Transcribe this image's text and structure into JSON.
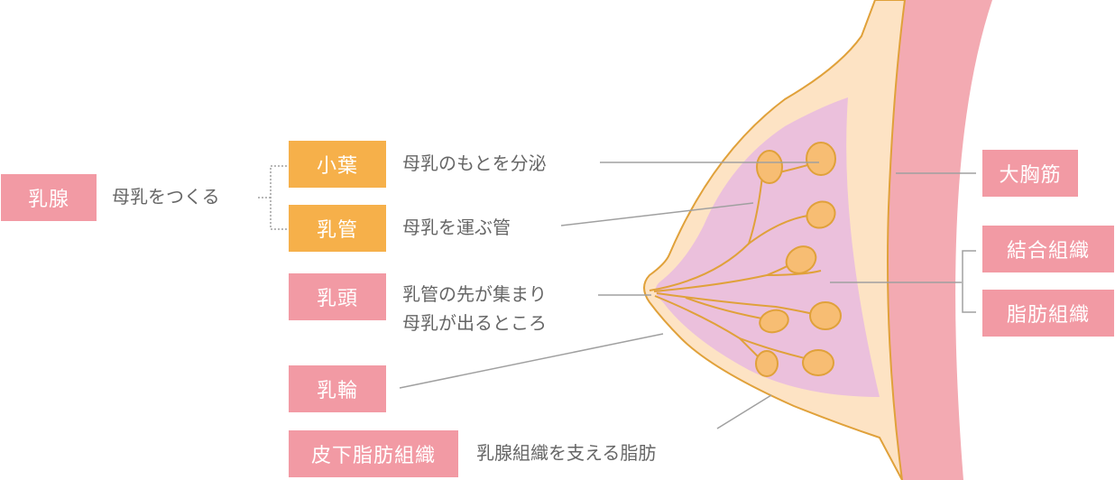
{
  "labels": {
    "nyusen": "乳腺",
    "shoyo": "小葉",
    "nyukan": "乳管",
    "nyuto": "乳頭",
    "nyurin": "乳輪",
    "hika": "皮下脂肪組織",
    "daikyokin": "大胸筋",
    "ketsugo": "結合組織",
    "shibo": "脂肪組織"
  },
  "descriptions": {
    "nyusen": "母乳をつくる",
    "shoyo": "母乳のもとを分泌",
    "nyukan": "母乳を運ぶ管",
    "nyuto_line1": "乳管の先が集まり",
    "nyuto_line2": "母乳が出るところ",
    "hika": "乳腺組織を支える脂肪"
  },
  "colors": {
    "label_pink": "#f29aa4",
    "label_orange": "#f6b04a",
    "skin_outline": "#e0a13a",
    "fat": "#fde3c4",
    "muscle": "#f3aab2",
    "gland": "#ebc0dc",
    "lobule": "#f7bd73",
    "line": "#a0a0a0"
  }
}
